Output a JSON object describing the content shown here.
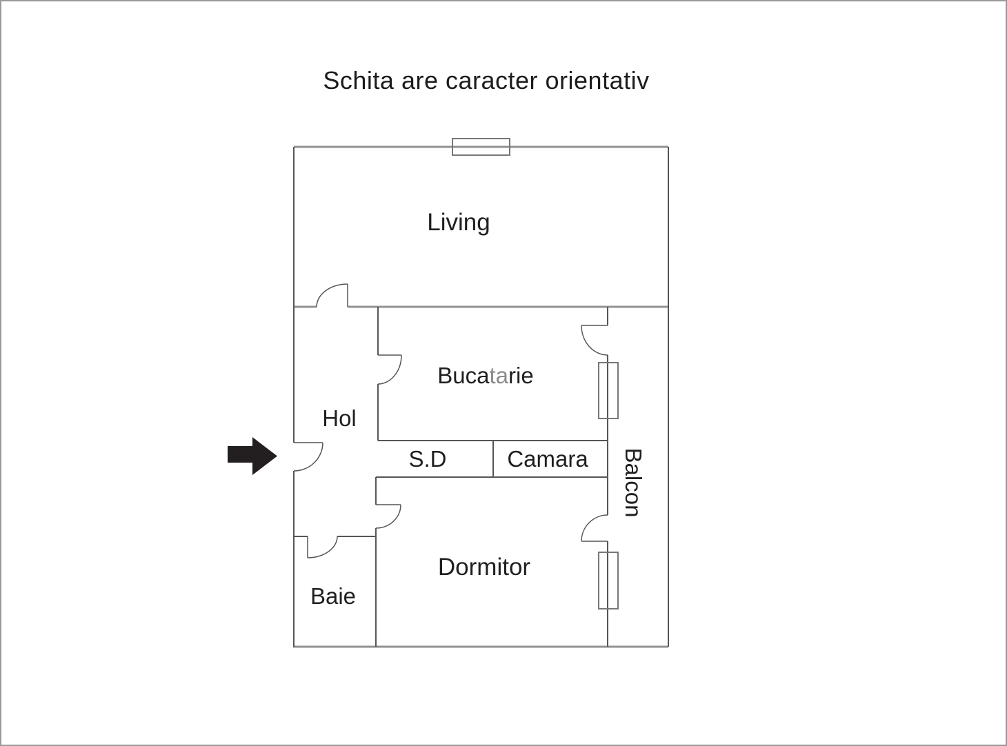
{
  "title": "Schita are caracter orientativ",
  "rooms": {
    "living": "Living",
    "bucatarie": {
      "p1": "Buca",
      "p2": "ta",
      "p3": "rie"
    },
    "hol": "Hol",
    "sd": "S.D",
    "camara": "Camara",
    "balcon": "Balcon",
    "dormitor": "Dormitor",
    "baie": "Baie"
  },
  "icons": {
    "entrance_arrow": "right-arrow"
  },
  "colors": {
    "wall_major": "#919191",
    "wall": "#555555",
    "window_frame": "#777777",
    "arrow_fill": "#231f20",
    "text": "#1f1f1f",
    "bucatarie_mid_letters": "#8c8c8c",
    "canvas_border": "#999999"
  }
}
